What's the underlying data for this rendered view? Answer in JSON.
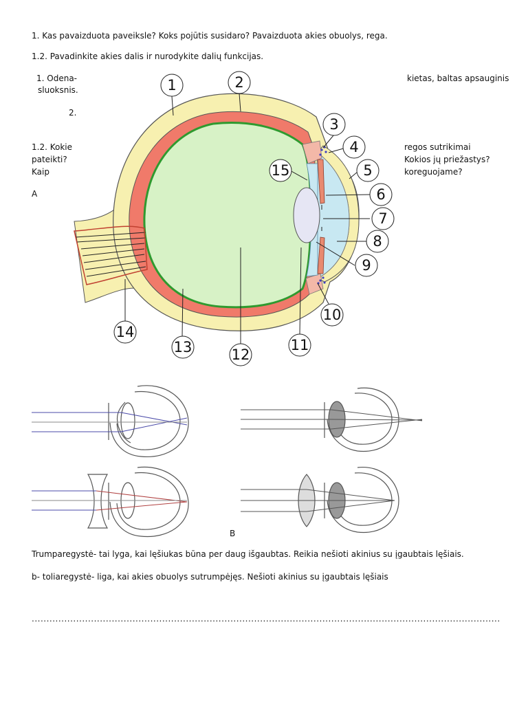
{
  "questions": {
    "q1": "1. Kas pavaizduota paveiksle? Koks pojūtis susidaro? Pavaizduota akies obuolys, rega.",
    "q12a": "1.2. Pavadinkite akies dalis ir nurodykite dalių funkcijas.",
    "item1_a": "1. Odena-",
    "item1_b": "sluoksnis.",
    "item1_right": "kietas, baltas apsauginis",
    "item2": "2.",
    "q12b_line1_left": "1.2. Kokie",
    "q12b_line2_left": "pateikti?",
    "q12b_line3_left": "Kaip",
    "q12b_line1_right": "regos sutrikimai",
    "q12b_line2_right": "Kokios jų priežastys?",
    "q12b_line3_right": "koreguojame?",
    "label_a": "A",
    "label_b": "B"
  },
  "diagram": {
    "labels": [
      "1",
      "2",
      "3",
      "4",
      "5",
      "6",
      "7",
      "8",
      "9",
      "10",
      "11",
      "12",
      "13",
      "14",
      "15"
    ]
  },
  "answers": {
    "a1": "Trumparegystė- tai lyga, kai lęšiukas būna per daug išgaubtas. Reikia nešioti akinius su įgaubtais lęšiais.",
    "a2": "b- toliaregystė- liga, kai akies obuolys sutrumpėjęs. Nešioti akinius su įgaubtais lęšiais",
    "dots": "...................................................................................................................................................................................................."
  },
  "colors": {
    "sclera": "#f7f0b0",
    "choroid": "#f07a6a",
    "retina": "#3aa83a",
    "vitreous": "#d7f2c6",
    "aqueous": "#c8e8f2",
    "lens": "#e6e6f4",
    "iris": "#e88a70"
  }
}
